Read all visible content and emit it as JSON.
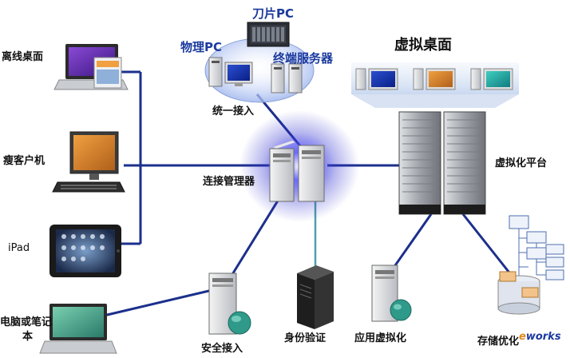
{
  "labels": {
    "offline_desktop": "离线桌面",
    "thin_client": "瘦客户机",
    "ipad": "iPad",
    "pc_laptop_line1": "电脑或笔记",
    "pc_laptop_line2": "本",
    "blade_pc": "刀片PC",
    "physical_pc": "物理PC",
    "terminal_server": "终端服务器",
    "unified_access": "统一接入",
    "virtual_desktop": "虚拟桌面",
    "connection_manager": "连接管理器",
    "virtualization_platform": "虚拟化平台",
    "secure_access": "安全接入",
    "identity_verification": "身份验证",
    "app_virtualization": "应用虚拟化",
    "storage_optimization": "存储优化"
  },
  "watermark": {
    "part1": "e",
    "part2": "works"
  },
  "colors": {
    "link": "#1c2f8c",
    "glow": "#3a3aff",
    "teal_link": "#4fa0a8"
  }
}
